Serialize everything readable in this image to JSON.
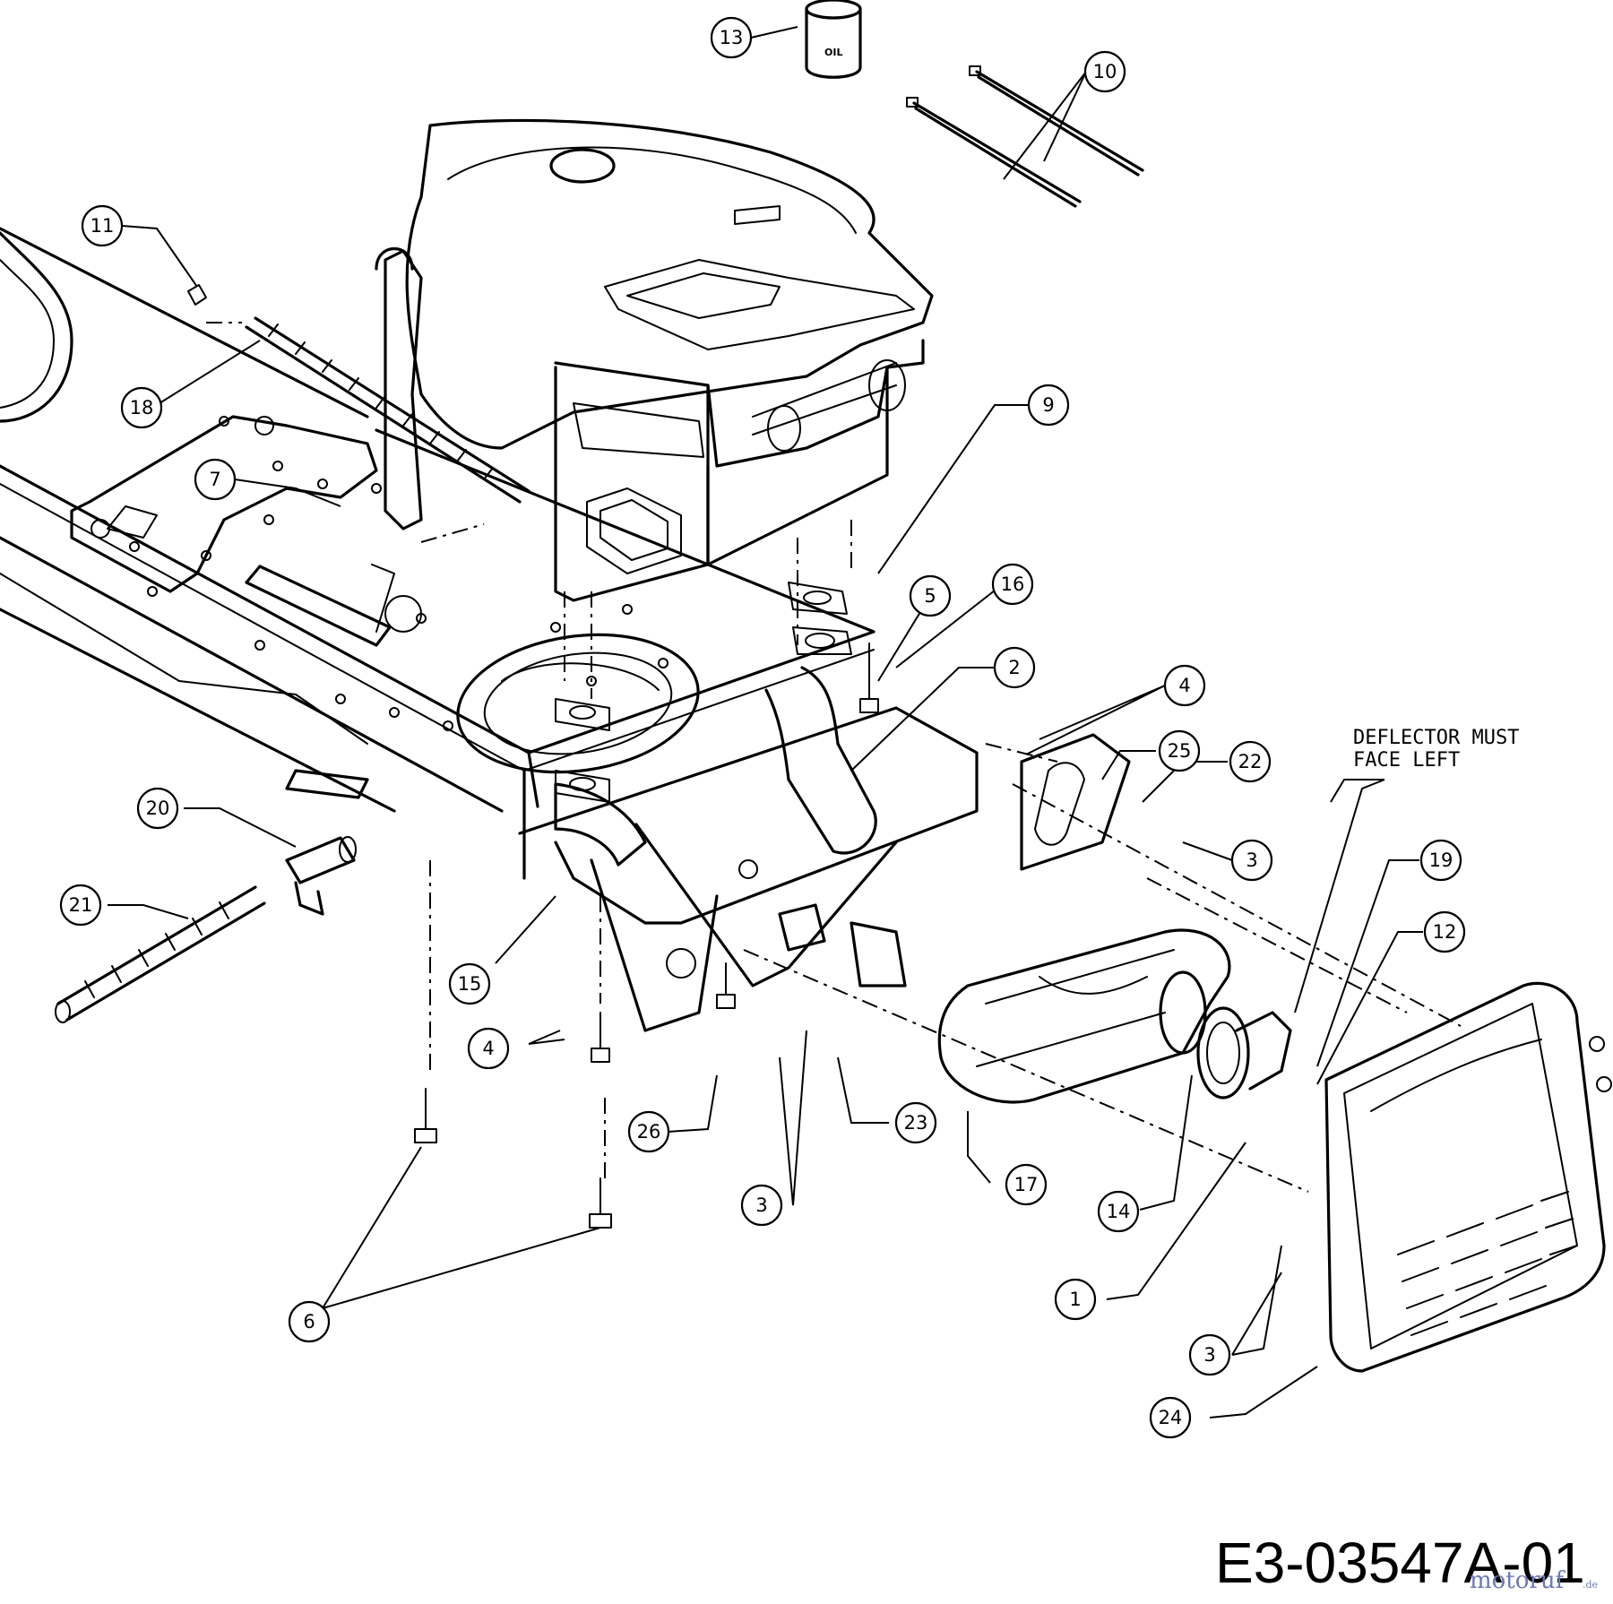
{
  "diagram": {
    "note_line1": "DEFLECTOR MUST",
    "note_line2": "FACE LEFT",
    "drawing_number": "E3-03547A-01",
    "oil_label": "OIL",
    "watermark": "motoruf",
    "watermark_suffix": ".de",
    "callouts": [
      {
        "id": "c13",
        "label": "13"
      },
      {
        "id": "c10",
        "label": "10"
      },
      {
        "id": "c11",
        "label": "11"
      },
      {
        "id": "c18",
        "label": "18"
      },
      {
        "id": "c7",
        "label": "7"
      },
      {
        "id": "c9",
        "label": "9"
      },
      {
        "id": "c5",
        "label": "5"
      },
      {
        "id": "c16",
        "label": "16"
      },
      {
        "id": "c2",
        "label": "2"
      },
      {
        "id": "c4a",
        "label": "4"
      },
      {
        "id": "c25",
        "label": "25"
      },
      {
        "id": "c22",
        "label": "22"
      },
      {
        "id": "c3a",
        "label": "3"
      },
      {
        "id": "c19",
        "label": "19"
      },
      {
        "id": "c12",
        "label": "12"
      },
      {
        "id": "c20",
        "label": "20"
      },
      {
        "id": "c21",
        "label": "21"
      },
      {
        "id": "c15",
        "label": "15"
      },
      {
        "id": "c4b",
        "label": "4"
      },
      {
        "id": "c26",
        "label": "26"
      },
      {
        "id": "c23",
        "label": "23"
      },
      {
        "id": "c3b",
        "label": "3"
      },
      {
        "id": "c17",
        "label": "17"
      },
      {
        "id": "c14",
        "label": "14"
      },
      {
        "id": "c1",
        "label": "1"
      },
      {
        "id": "c3c",
        "label": "3"
      },
      {
        "id": "c6",
        "label": "6"
      },
      {
        "id": "c24",
        "label": "24"
      }
    ]
  }
}
